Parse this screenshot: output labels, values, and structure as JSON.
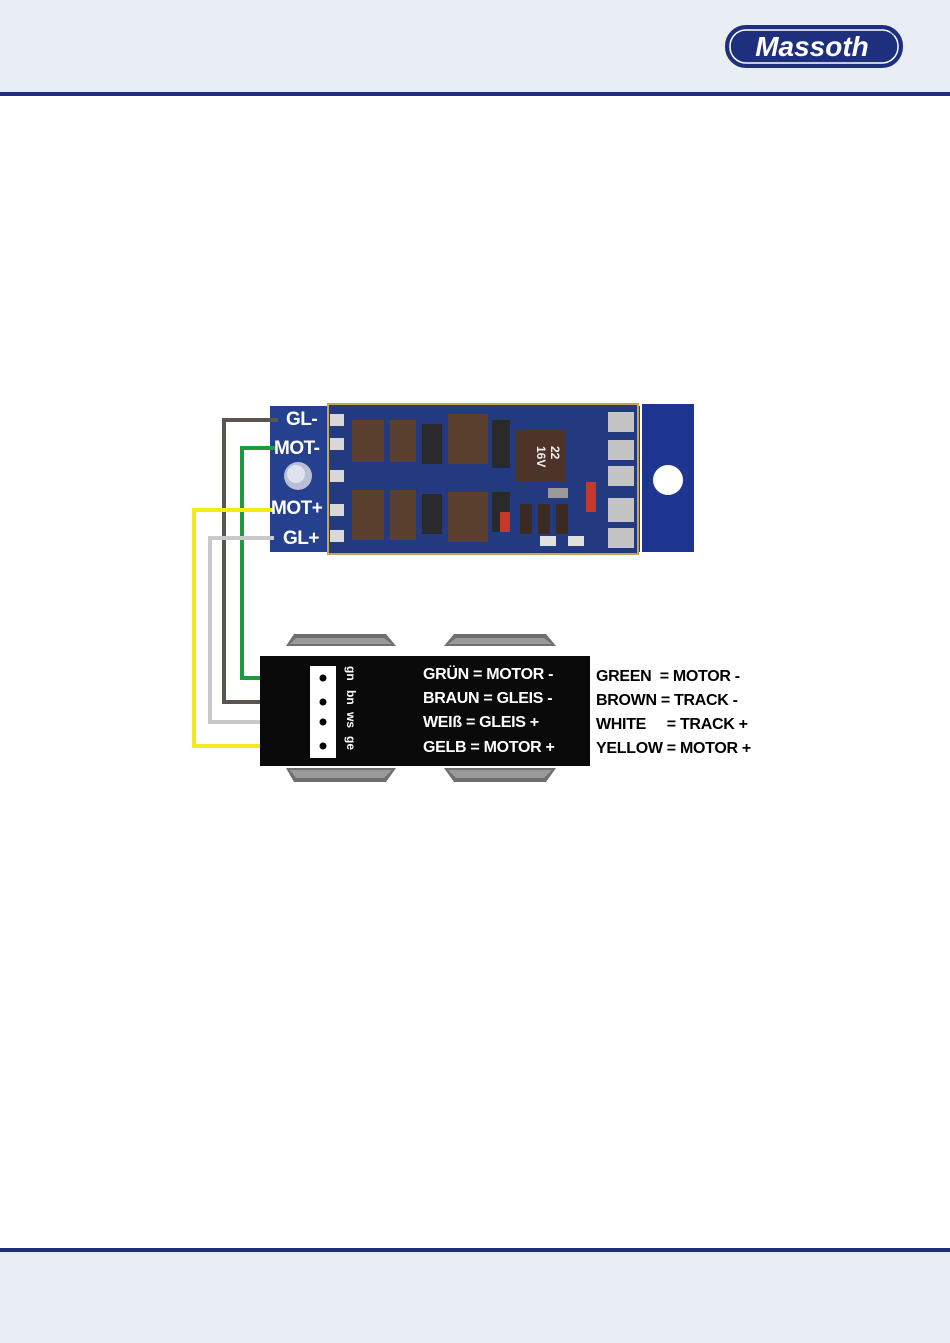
{
  "header": {
    "logo_text": "Massoth",
    "logo_mark": "®"
  },
  "figure": {
    "pcb_pins": [
      "GL-",
      "MOT-",
      "MOT+",
      "GL+"
    ],
    "capacitor": [
      "22",
      "16V"
    ],
    "plug_abbreviations": [
      "gn",
      "bn",
      "ws",
      "ge"
    ],
    "legend_de": [
      "GRÜN = MOTOR -",
      "BRAUN = GLEIS -",
      "WEIß = GLEIS +",
      "GELB = MOTOR +"
    ],
    "legend_en": [
      "GREEN  = MOTOR -",
      "BROWN = TRACK -",
      "WHITE     = TRACK +",
      "YELLOW = MOTOR +"
    ],
    "wire_colors": {
      "green": "#1e9a3c",
      "brown": "#5b5550",
      "white": "#c9c9c9",
      "yellow": "#f2ea1a"
    },
    "board_color": "#1e3c8c"
  }
}
